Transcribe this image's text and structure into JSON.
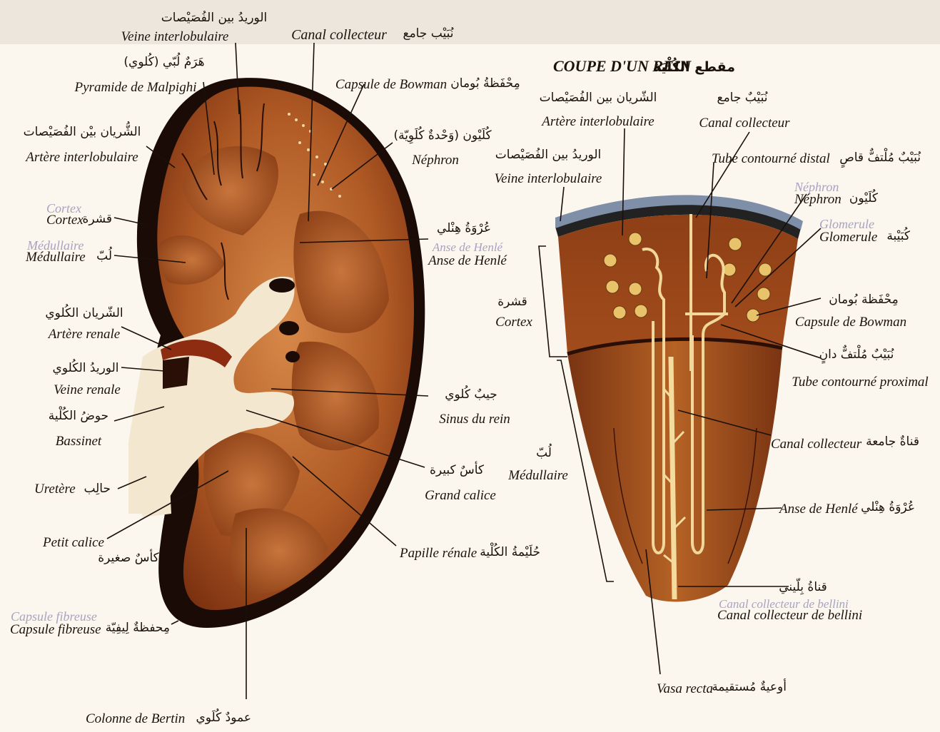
{
  "title": {
    "fr": "COUPE D'UN REIN",
    "ar": "مقطع الكُلْيَة"
  },
  "kidney_labels": {
    "veine_interlobulaire": {
      "fr": "Veine interlobulaire",
      "ar": "الوريدُ بين الفُصَيْصات"
    },
    "canal_collecteur": {
      "fr": "Canal collecteur",
      "ar": "نُبَيْب جامع"
    },
    "pyramide": {
      "fr": "Pyramide de Malpighi",
      "ar": "هَرَمٌ لُبّي (كُلوي)"
    },
    "capsule_bowman": {
      "fr": "Capsule de Bowman",
      "ar": "مِحْفَظةُ بُومان"
    },
    "artere_interlobulaire": {
      "fr": "Artère interlobulaire",
      "ar": "الشُّريان بيْن الفُصَيْصات"
    },
    "nephron": {
      "fr": "Néphron",
      "ar": "كُلَيْون (وَحْدةٌ كُلَوِيّة)"
    },
    "cortex": {
      "fr": "Cortex",
      "ar": "قشرة"
    },
    "medullaire": {
      "fr": "Médullaire",
      "ar": "لُبّ"
    },
    "anse_henle": {
      "fr": "Anse de Henlé",
      "ar": "عُرْوَةُ هِنْلي"
    },
    "artere_renale": {
      "fr": "Artère renale",
      "ar": "الشّريان الكُلوي"
    },
    "veine_renale": {
      "fr": "Veine renale",
      "ar": "الوريدُ الكُلوي"
    },
    "bassinet": {
      "fr": "Bassinet",
      "ar": "حوضُ الكُلْية"
    },
    "sinus": {
      "fr": "Sinus du rein",
      "ar": "جيبٌ كُلوي"
    },
    "uretere": {
      "fr": "Uretère",
      "ar": "حالِب"
    },
    "grand_calice": {
      "fr": "Grand calice",
      "ar": "كأسٌ كبيرة"
    },
    "petit_calice": {
      "fr": "Petit calice",
      "ar": "كأسٌ صغيرة"
    },
    "papille": {
      "fr": "Papille rénale",
      "ar": "حُلَيْمةُ الكُلْية"
    },
    "capsule_fibreuse": {
      "fr": "Capsule fibreuse",
      "ar": "مِحفظةٌ لِيفِيّة"
    },
    "colonne_bertin": {
      "fr": "Colonne de Bertin",
      "ar": "عمودٌ كُلَوي"
    }
  },
  "section_labels": {
    "artere_interlobulaire": {
      "fr": "Artère interlobulaire",
      "ar": "الشّريان بين الفُصَيْصات"
    },
    "canal_collecteur_top": {
      "fr": "Canal collecteur",
      "ar": "نُبَيْبٌ جامع"
    },
    "veine_interlobulaire": {
      "fr": "Veine interlobulaire",
      "ar": "الوريدُ بين الفُصَيْصات"
    },
    "tube_distal": {
      "fr": "Tube contourné distal",
      "ar": "نُبَيْبٌ مُلْتفٌّ قاصٍ"
    },
    "nephron": {
      "fr": "Néphron",
      "ar": "كُلَيْون"
    },
    "glomerule": {
      "fr": "Glomerule",
      "ar": "كُبَيْبة"
    },
    "cortex": {
      "fr": "Cortex",
      "ar": "قشرة"
    },
    "capsule_bowman": {
      "fr": "Capsule de Bowman",
      "ar": "مِحْفَظة بُومان"
    },
    "tube_proximal": {
      "fr": "Tube contourné proximal",
      "ar": "نُبَيْبٌ مُلْتفٌّ دانٍ"
    },
    "canal_collecteur_mid": {
      "fr": "Canal collecteur",
      "ar": "قناةٌ جامعة"
    },
    "medullaire": {
      "fr": "Médullaire",
      "ar": "لُبّ"
    },
    "anse_henle": {
      "fr": "Anse de Henlé",
      "ar": "عُرْوَةُ هِنْلي"
    },
    "canal_bellini": {
      "fr": "Canal collecteur de bellini",
      "ar": "قناةُ بِلّيني"
    },
    "vasa_recta": {
      "fr": "Vasa recta",
      "ar": "أوعيةٌ مُستقيمة"
    }
  }
}
